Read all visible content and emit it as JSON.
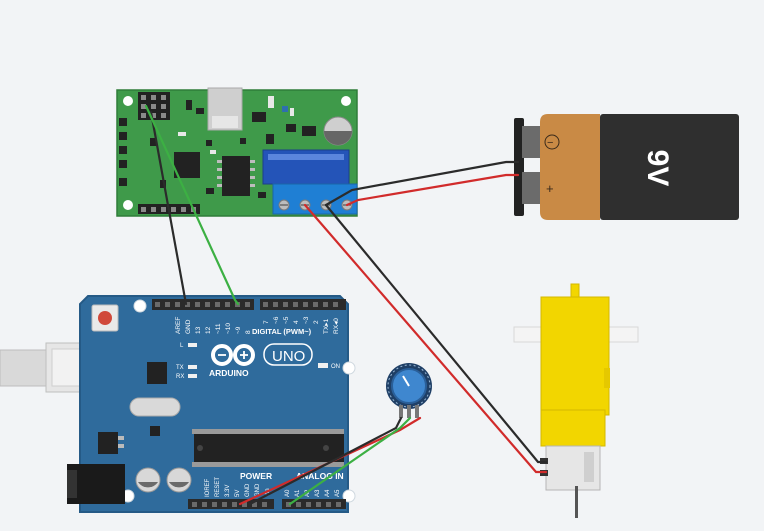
{
  "colors": {
    "background": "#f2f4f6",
    "arduino_board": "#2f6b9c",
    "driver_board": "#3f9a4a",
    "battery_cap": "#c98a45",
    "battery_body": "#2f2f2f",
    "motor_yellow": "#f2d600",
    "wire_red": "#d12b2b",
    "wire_black": "#2b2b2b",
    "wire_green": "#3cb043"
  },
  "battery": {
    "voltage_label": "9V",
    "minus_label": "−",
    "plus_label": "+"
  },
  "arduino": {
    "brand_label": "ARDUINO",
    "model_label": "UNO",
    "digital_header_label": "DIGITAL (PWM~)",
    "power_label": "POWER",
    "analog_label": "ANALOG IN",
    "on_label": "ON",
    "l_label": "L",
    "tx_label": "TX",
    "rx_label": "RX",
    "aref_label": "AREF",
    "gnd_label": "GND",
    "pin13": "13",
    "pin12": "12",
    "pin11": "~11",
    "pin10": "~10",
    "pin9": "~9",
    "pin8": "8",
    "pin7": "7",
    "pin6": "~6",
    "pin5": "~5",
    "pin4": "4",
    "pin3": "~3",
    "pin2": "2",
    "pin1": "TX▸1",
    "pin0": "RX◂0",
    "ioref": "IOREF",
    "reset": "RESET",
    "v33": "3.3V",
    "v5": "5V",
    "gnd_p1": "GND",
    "gnd_p2": "GND",
    "vin": "Vin",
    "a0": "A0",
    "a1": "A1",
    "a2": "A2",
    "a3": "A3",
    "a4": "A4",
    "a5": "A5"
  },
  "icons": [
    "arduino-infinity-logo-icon",
    "potentiometer-icon",
    "motor-icon",
    "battery-icon"
  ]
}
